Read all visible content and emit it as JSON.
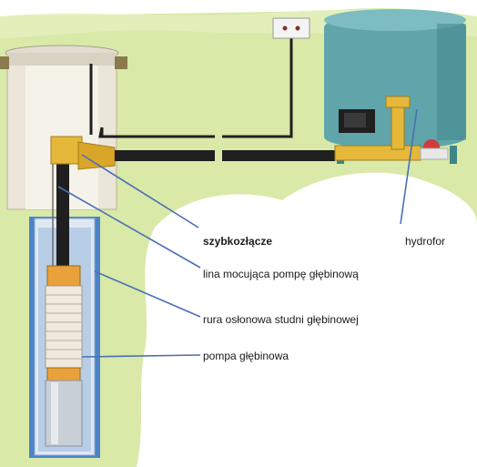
{
  "labels": {
    "quick_coupler": "szybkozłącze",
    "pump_rope": "lina mocująca pompę głębinową",
    "casing_pipe": "rura osłonowa studni głębinowej",
    "deep_well_pump": "pompa głębinowa",
    "pressure_tank": "hydrofor"
  },
  "colors": {
    "ground": "#d9e9a8",
    "ground_dark": "#c5dc8a",
    "white_cutout": "#ffffff",
    "tank": "#5fa5aa",
    "tank_dark": "#3f8488",
    "pipe": "#1f1f1f",
    "brass": "#e5b83a",
    "well_water": "#4a84c8",
    "well_casing": "#dfe8f2",
    "pump_orange": "#e9a13a",
    "pointer_line": "#4b6fb5",
    "concrete": "#e6e0d2"
  }
}
